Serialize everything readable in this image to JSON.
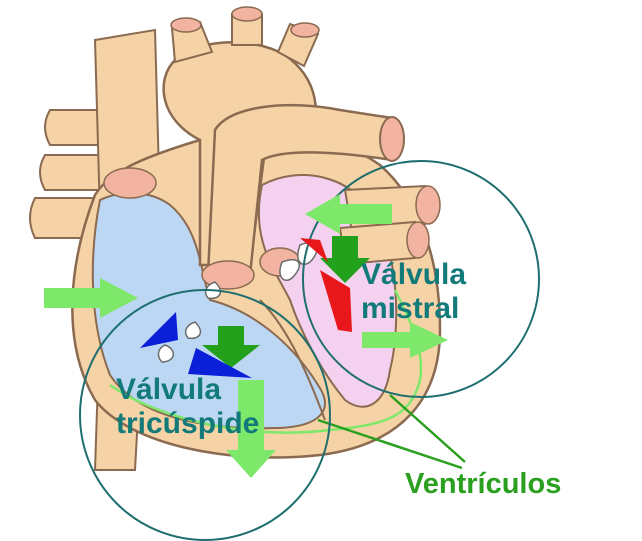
{
  "labels": {
    "mitral_line1": "Válvula",
    "mitral_line2": "mistral",
    "tricuspid_line1": "Válvula",
    "tricuspid_line2": "tricúspide",
    "ventricles": "Ventrículos"
  },
  "colors": {
    "label_teal": "#137a7a",
    "label_green": "#2aa01e",
    "callout_circle": "#1f6f6f",
    "muscle_tan": "#f6d3a6",
    "muscle_outline": "#8a6a50",
    "vessel_pink": "#f2b3a1",
    "right_heart_blue": "#bcd7f3",
    "left_heart_pink": "#f4d1ef",
    "flow_arrow_green": "#7de86a",
    "valve_arrow_green": "#23a01c",
    "deoxygenated_blue": "#0a1fd8",
    "oxygenated_red": "#e8171b"
  },
  "icons": {
    "flow_arrows": "arrow-icon",
    "valves": "valve-leaflet-icon"
  }
}
